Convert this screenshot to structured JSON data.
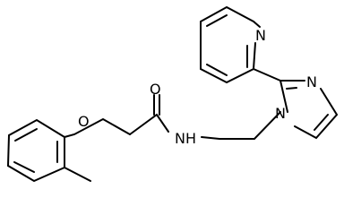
{
  "atoms": {
    "pyridine_n": "N",
    "imidazole_n3": "N",
    "imidazole_n1": "N",
    "amide_o": "O",
    "amide_nh": "NH",
    "ether_o": "O"
  },
  "colors": {
    "bond": "#000000",
    "label": "#000000",
    "background": "#ffffff"
  }
}
